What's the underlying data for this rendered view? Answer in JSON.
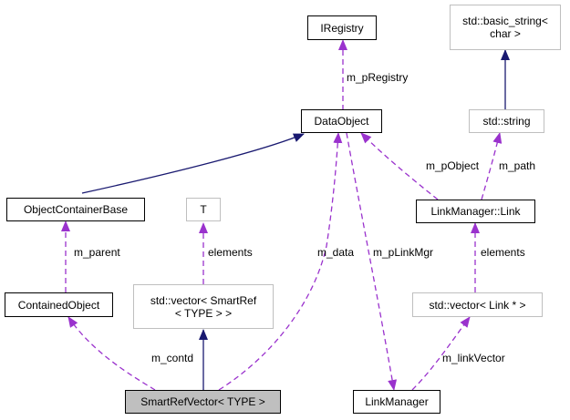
{
  "nodes": {
    "iregistry": "IRegistry",
    "basic_string": "std::basic_string<\nchar >",
    "dataobject": "DataObject",
    "string": "std::string",
    "objectcontainerbase": "ObjectContainerBase",
    "t": "T",
    "linkmanager_link": "LinkManager::Link",
    "containedobject": "ContainedObject",
    "vector_smartref": "std::vector< SmartRef\n< TYPE > >",
    "vector_link": "std::vector< Link * >",
    "smartrefvector": "SmartRefVector< TYPE >",
    "linkmanager": "LinkManager"
  },
  "edge_labels": {
    "m_pregistry": "m_pRegistry",
    "m_pobject": "m_pObject",
    "m_path": "m_path",
    "m_parent": "m_parent",
    "elements_t": "elements",
    "m_data": "m_data",
    "m_plinkmgr": "m_pLinkMgr",
    "elements_link": "elements",
    "m_contd": "m_contd",
    "m_linkvector": "m_linkVector"
  },
  "colors": {
    "inheritance": "#191970",
    "usage": "#9a32cd",
    "weak_border": "#bfbfbf",
    "focus_fill": "#bfbfbf"
  }
}
